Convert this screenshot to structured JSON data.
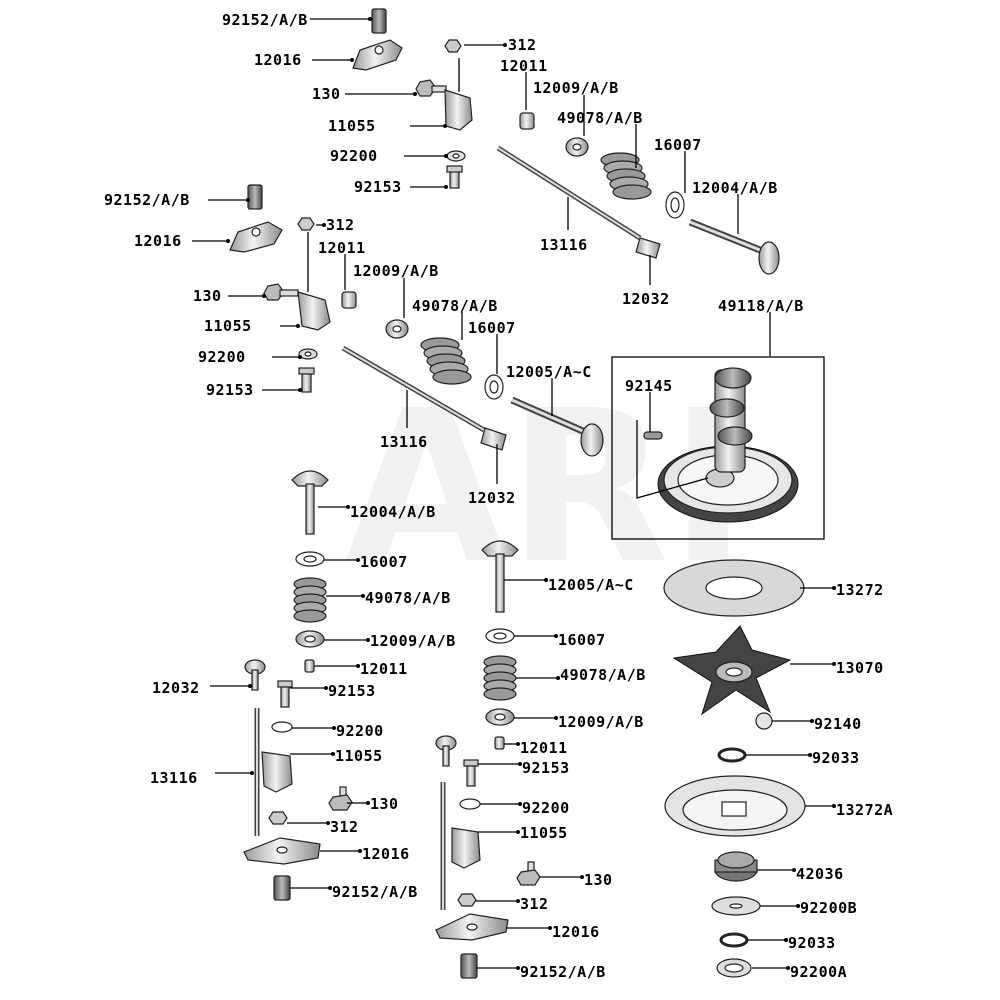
{
  "watermark": "ARI",
  "diagram": {
    "labels": [
      {
        "id": "l1",
        "text": "92152/A/B"
      },
      {
        "id": "l2",
        "text": "12016"
      },
      {
        "id": "l3",
        "text": "312"
      },
      {
        "id": "l4",
        "text": "12011"
      },
      {
        "id": "l5",
        "text": "130"
      },
      {
        "id": "l6",
        "text": "12009/A/B"
      },
      {
        "id": "l7",
        "text": "49078/A/B"
      },
      {
        "id": "l8",
        "text": "11055"
      },
      {
        "id": "l9",
        "text": "16007"
      },
      {
        "id": "l10",
        "text": "92200"
      },
      {
        "id": "l11",
        "text": "12004/A/B"
      },
      {
        "id": "l12",
        "text": "92153"
      },
      {
        "id": "l13",
        "text": "13116"
      },
      {
        "id": "l14",
        "text": "12032"
      },
      {
        "id": "l15",
        "text": "92152/A/B"
      },
      {
        "id": "l16",
        "text": "312"
      },
      {
        "id": "l17",
        "text": "12016"
      },
      {
        "id": "l18",
        "text": "12011"
      },
      {
        "id": "l19",
        "text": "12009/A/B"
      },
      {
        "id": "l20",
        "text": "130"
      },
      {
        "id": "l21",
        "text": "49078/A/B"
      },
      {
        "id": "l22",
        "text": "16007"
      },
      {
        "id": "l23",
        "text": "11055"
      },
      {
        "id": "l24",
        "text": "92200"
      },
      {
        "id": "l25",
        "text": "12005/A~C"
      },
      {
        "id": "l26",
        "text": "92153"
      },
      {
        "id": "l27",
        "text": "13116"
      },
      {
        "id": "l28",
        "text": "12032"
      },
      {
        "id": "l29",
        "text": "49118/A/B"
      },
      {
        "id": "l30",
        "text": "92145"
      },
      {
        "id": "l31",
        "text": "12004/A/B"
      },
      {
        "id": "l32",
        "text": "16007"
      },
      {
        "id": "l33",
        "text": "12005/A~C"
      },
      {
        "id": "l34",
        "text": "13272"
      },
      {
        "id": "l35",
        "text": "49078/A/B"
      },
      {
        "id": "l36",
        "text": "12009/A/B"
      },
      {
        "id": "l37",
        "text": "16007"
      },
      {
        "id": "l38",
        "text": "12011"
      },
      {
        "id": "l39",
        "text": "13070"
      },
      {
        "id": "l40",
        "text": "12032"
      },
      {
        "id": "l41",
        "text": "92153"
      },
      {
        "id": "l42",
        "text": "49078/A/B"
      },
      {
        "id": "l43",
        "text": "92200"
      },
      {
        "id": "l44",
        "text": "12009/A/B"
      },
      {
        "id": "l45",
        "text": "92140"
      },
      {
        "id": "l46",
        "text": "11055"
      },
      {
        "id": "l47",
        "text": "12011"
      },
      {
        "id": "l48",
        "text": "13116"
      },
      {
        "id": "l49",
        "text": "92033"
      },
      {
        "id": "l50",
        "text": "92153"
      },
      {
        "id": "l51",
        "text": "130"
      },
      {
        "id": "l52",
        "text": "13272A"
      },
      {
        "id": "l53",
        "text": "312"
      },
      {
        "id": "l54",
        "text": "92200"
      },
      {
        "id": "l55",
        "text": "12016"
      },
      {
        "id": "l56",
        "text": "11055"
      },
      {
        "id": "l57",
        "text": "42036"
      },
      {
        "id": "l58",
        "text": "92152/A/B"
      },
      {
        "id": "l59",
        "text": "130"
      },
      {
        "id": "l60",
        "text": "92200B"
      },
      {
        "id": "l61",
        "text": "312"
      },
      {
        "id": "l62",
        "text": "12016"
      },
      {
        "id": "l63",
        "text": "92033"
      },
      {
        "id": "l64",
        "text": "92152/A/B"
      },
      {
        "id": "l65",
        "text": "92200A"
      }
    ]
  }
}
